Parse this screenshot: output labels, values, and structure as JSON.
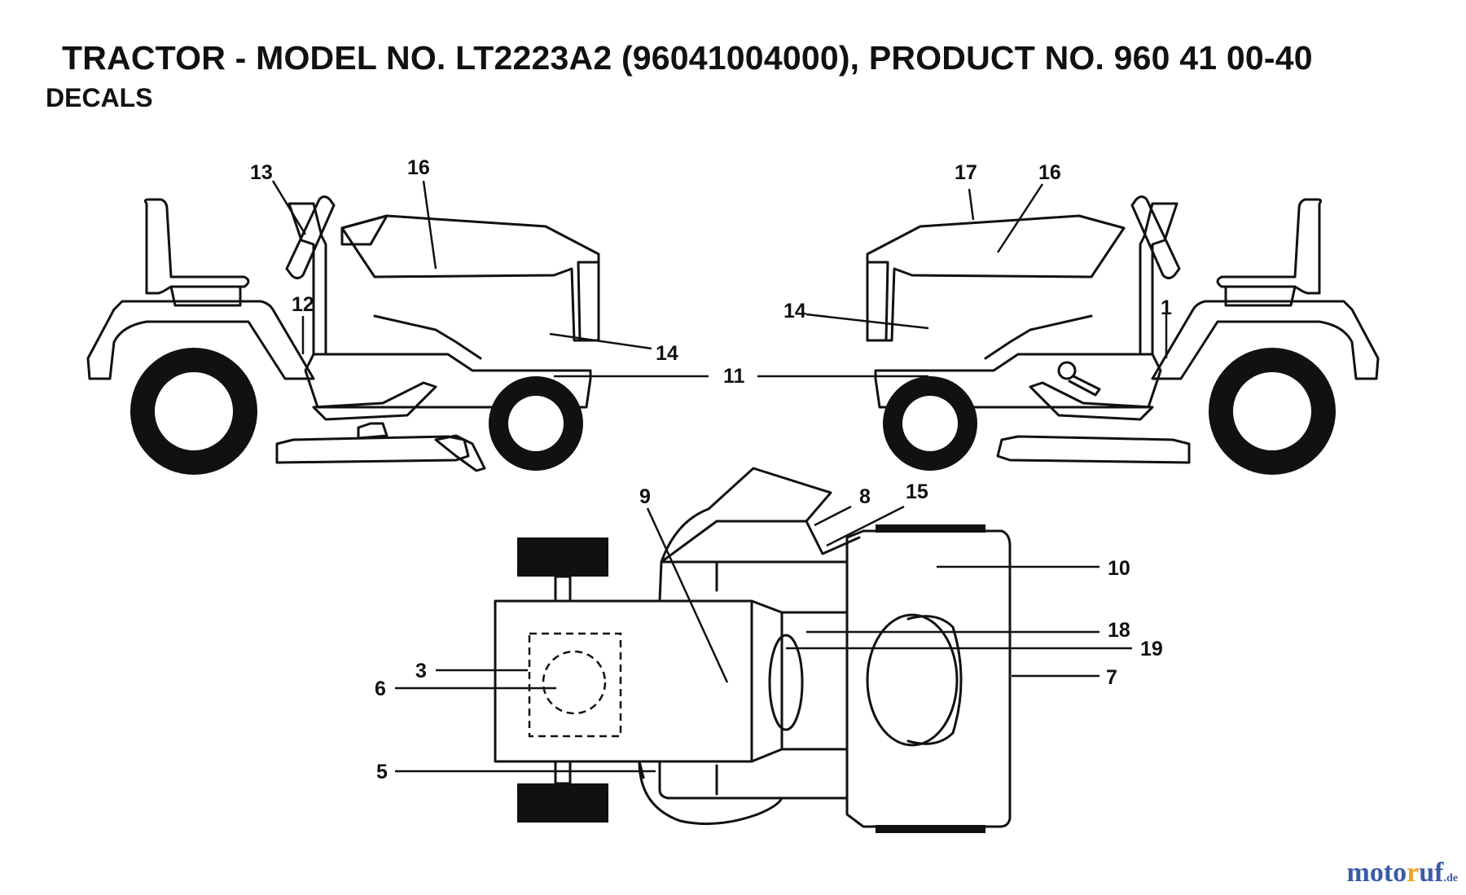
{
  "header": {
    "title": "TRACTOR - MODEL NO. LT2223A2 (96041004000), PRODUCT NO. 960 41 00-40",
    "subtitle": "DECALS"
  },
  "callouts": {
    "left_view": [
      "13",
      "16",
      "12",
      "14",
      "11"
    ],
    "right_view": [
      "17",
      "16",
      "14",
      "1"
    ],
    "top_view": [
      "9",
      "8",
      "15",
      "10",
      "18",
      "19",
      "7",
      "3",
      "6",
      "5"
    ]
  },
  "watermark": {
    "part1": "moto",
    "part2": "r",
    "part3": "uf",
    "tld": ".de"
  }
}
